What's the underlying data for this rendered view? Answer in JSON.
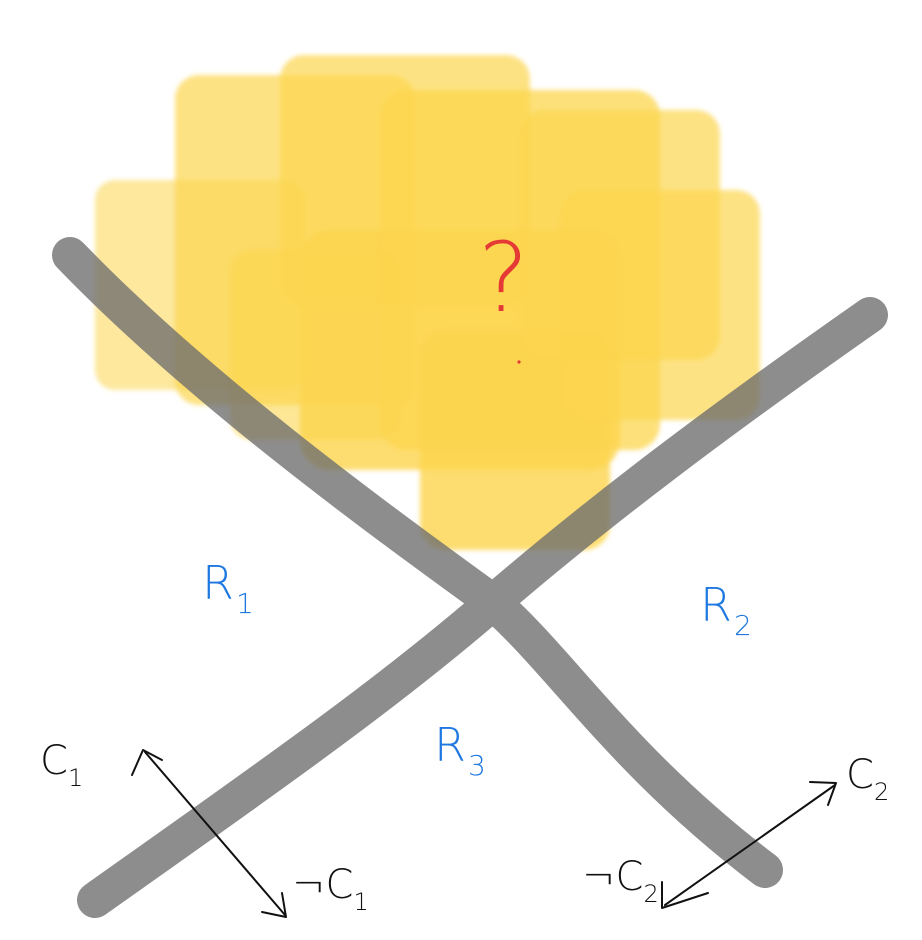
{
  "colors": {
    "unknown_region": "#fcd54e",
    "boundary": "#6e6e6e",
    "region_label": "#1f78e0",
    "question": "#e53935",
    "ink": "#111111"
  },
  "unknown_region": {
    "label": "?"
  },
  "regions": [
    {
      "id": "r1",
      "letter": "R",
      "subscript": "1"
    },
    {
      "id": "r2",
      "letter": "R",
      "subscript": "2"
    },
    {
      "id": "r3",
      "letter": "R",
      "subscript": "3"
    }
  ],
  "conditions": [
    {
      "id": "c1",
      "letter": "C",
      "subscript": "1"
    },
    {
      "id": "not-c1",
      "letter": "¬C",
      "subscript": "1"
    },
    {
      "id": "c2",
      "letter": "C",
      "subscript": "2"
    },
    {
      "id": "not-c2",
      "letter": "¬C",
      "subscript": "2"
    }
  ]
}
